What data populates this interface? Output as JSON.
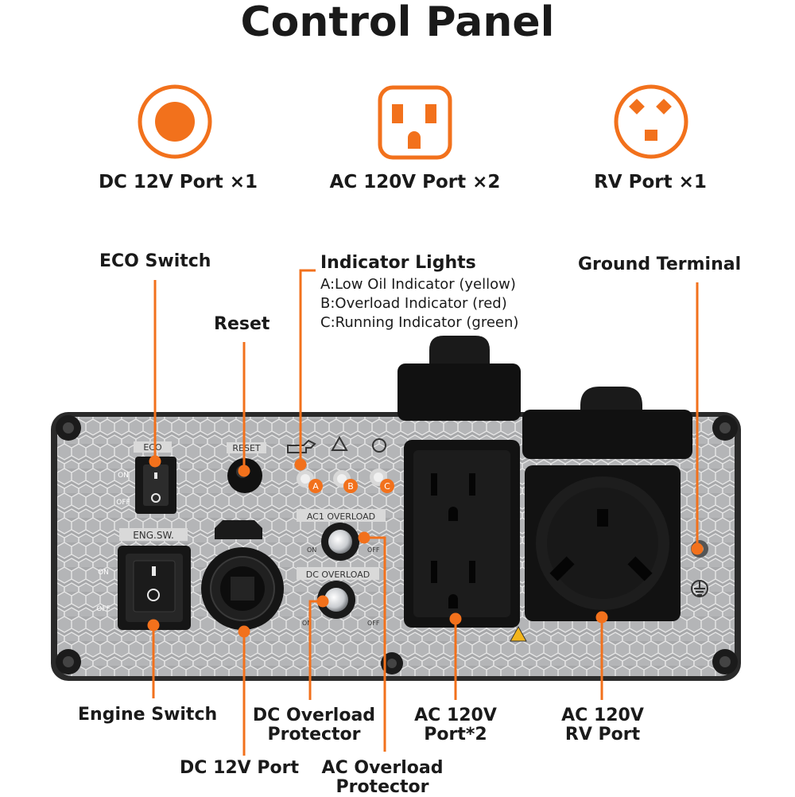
{
  "title": "Control Panel",
  "ports": [
    {
      "label": "DC 12V Port ×1",
      "icon": "dc-port-icon"
    },
    {
      "label": "AC 120V Port ×2",
      "icon": "ac-outlet-icon"
    },
    {
      "label": "RV Port ×1",
      "icon": "rv-port-icon"
    }
  ],
  "callouts": {
    "eco": "ECO Switch",
    "reset": "Reset",
    "indicator_title": "Indicator Lights",
    "indicator_a": "A:Low Oil Indicator (yellow)",
    "indicator_b": "B:Overload Indicator (red)",
    "indicator_c": "C:Running Indicator (green)",
    "ground": "Ground Terminal",
    "engine": "Engine Switch",
    "dc_port": "DC 12V Port",
    "dc_overload_1": "DC Overload",
    "dc_overload_2": "Protector",
    "ac_overload_1": "AC Overload",
    "ac_overload_2": "Protector",
    "ac_port_1": "AC 120V",
    "ac_port_2": "Port*2",
    "rv_port_1": "AC 120V",
    "rv_port_2": "RV Port"
  },
  "panel": {
    "eco_label": "ECO",
    "on": "ON",
    "off": "OFF",
    "reset_label": "RESET",
    "eng_label": "ENG.SW.",
    "ac1_overload": "AC1 OVERLOAD",
    "dc_overload": "DC OVERLOAD",
    "led_a": "A",
    "led_b": "B",
    "led_c": "C"
  },
  "colors": {
    "accent": "#f2711c",
    "panel": "#a9aaac",
    "dark": "#1d1d1d"
  }
}
